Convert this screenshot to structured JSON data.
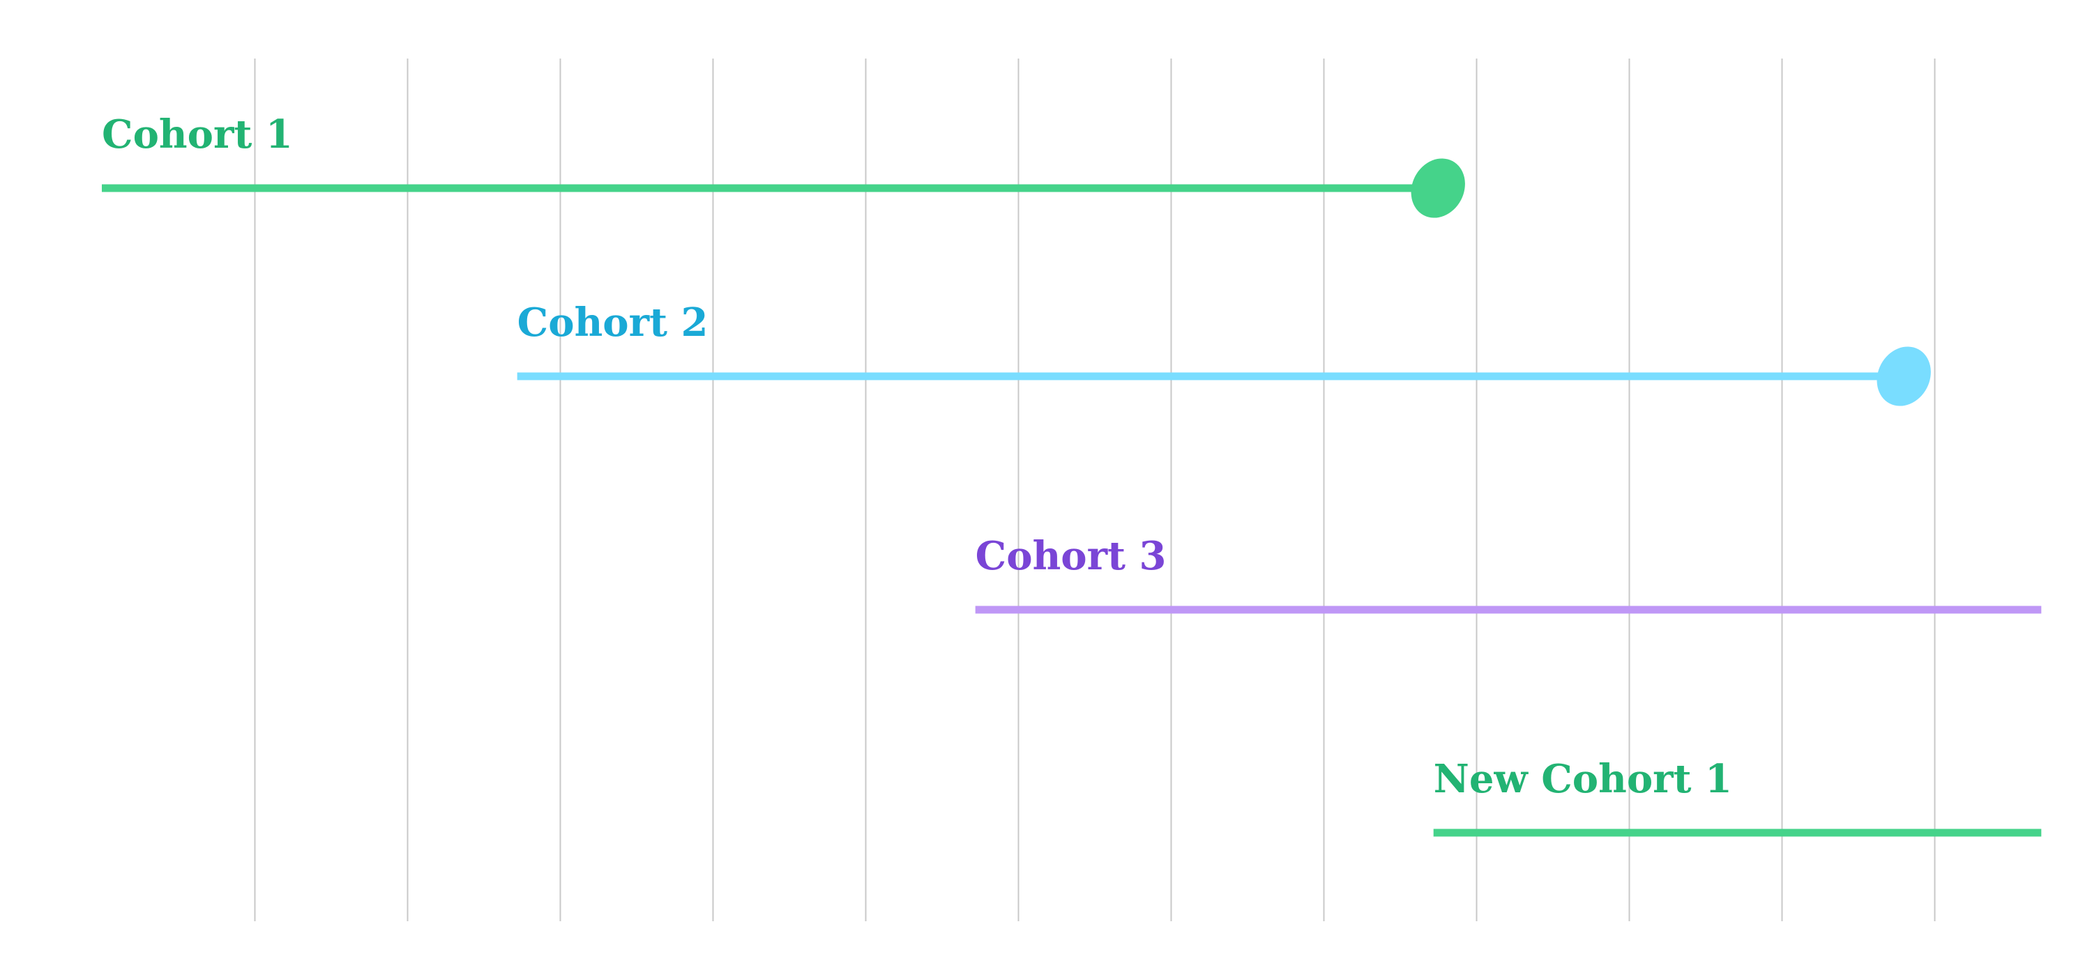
{
  "timeline": {
    "grid_count": 12,
    "grid_color": "#c8c8c8",
    "cohorts": [
      {
        "name": "Cohort 1",
        "label_color": "#22b373",
        "line_color": "#45d38a",
        "start_slot": 0,
        "end_slot": 8.75,
        "end_marker": true
      },
      {
        "name": "Cohort 2",
        "label_color": "#1aa9d6",
        "line_color": "#79ddff",
        "start_slot": 2.72,
        "end_slot": 11.8,
        "end_marker": true
      },
      {
        "name": "Cohort 3",
        "label_color": "#7a45d6",
        "line_color": "#bf97f6",
        "start_slot": 5.72,
        "end_slot": 12.7,
        "end_marker": false
      },
      {
        "name": "New Cohort 1",
        "label_color": "#22b373",
        "line_color": "#45d38a",
        "start_slot": 8.72,
        "end_slot": 12.7,
        "end_marker": false
      }
    ]
  }
}
